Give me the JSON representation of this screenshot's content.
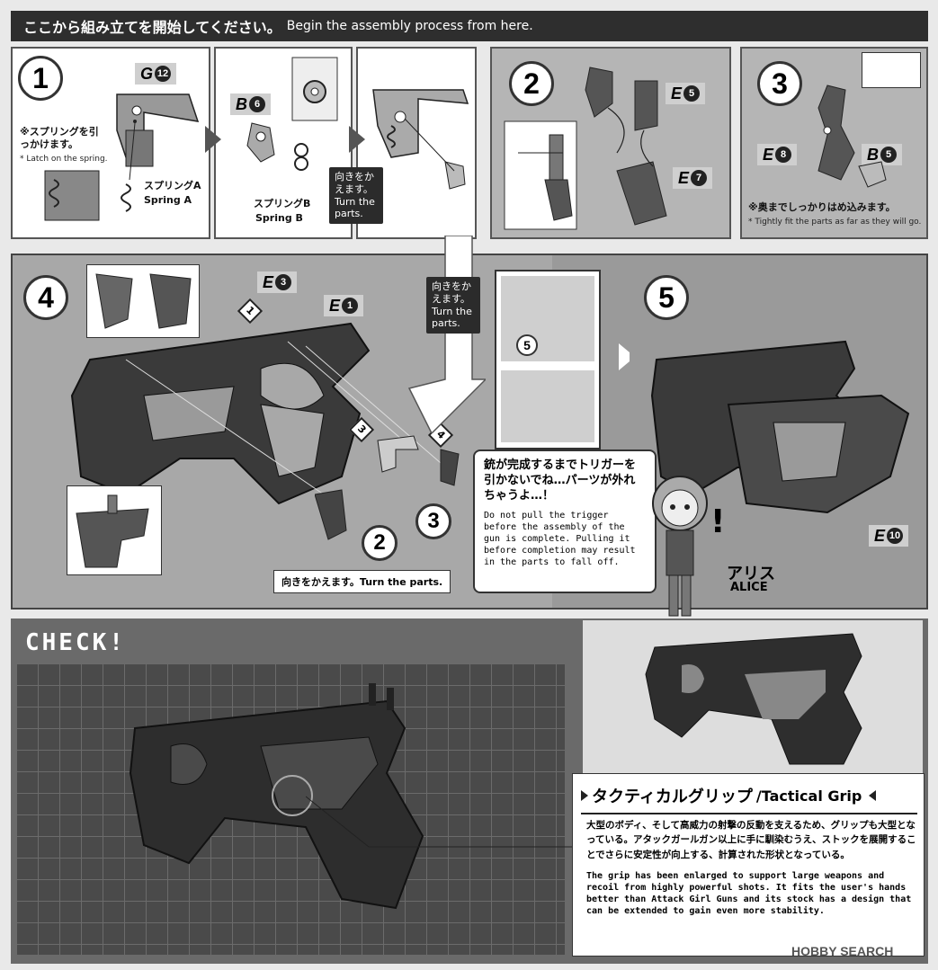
{
  "header": {
    "title_jp": "ここから組み立てを開始してください。",
    "title_en": "Begin the assembly process from here."
  },
  "step1": {
    "number": "1",
    "part_g": "G",
    "part_g_num": "12",
    "part_b": "B",
    "part_b_num": "6",
    "note_jp": "※スプリングを引っかけます。",
    "note_en": "* Latch on the spring.",
    "spring_a_jp": "スプリングA",
    "spring_a_en": "Spring A",
    "spring_b_jp": "スプリングB",
    "spring_b_en": "Spring B",
    "turn_jp": "向きをかえます。",
    "turn_en": "Turn the parts."
  },
  "step2": {
    "number": "2",
    "part_e5": "E",
    "part_e5_num": "5",
    "part_e7": "E",
    "part_e7_num": "7"
  },
  "step3": {
    "number": "3",
    "part_e8": "E",
    "part_e8_num": "8",
    "part_b5": "B",
    "part_b5_num": "5",
    "note_jp": "※奥までしっかりはめ込みます。",
    "note_en": "* Tightly fit the parts as far as they will go."
  },
  "step4": {
    "number": "4",
    "part_e3": "E",
    "part_e3_num": "3",
    "part_e1": "E",
    "part_e1_num": "1",
    "turn_jp": "向きをかえます。",
    "turn_en": "Turn the parts.",
    "turn_bottom": "向きをかえます。Turn the parts.",
    "sub_2": "2",
    "sub_3": "3",
    "arrow_1": "1",
    "arrow_3": "3",
    "arrow_4": "4",
    "detail_5": "5"
  },
  "step5": {
    "number": "5",
    "part_e10": "E",
    "part_e10_num": "10"
  },
  "speech": {
    "jp": "銃が完成するまでトリガーを引かないでね…パーツが外れちゃうよ…！",
    "en": "Do not pull the trigger before the assembly of the gun is complete. Pulling it before completion may result in the parts to fall off."
  },
  "character": {
    "name_jp": "アリス",
    "name_en": "ALICE",
    "exclaim": "!"
  },
  "check": {
    "title": "CHECK!"
  },
  "info": {
    "title_jp": "タクティカルグリップ",
    "title_en": "/Tactical Grip",
    "body_jp": "大型のボディ、そして高威力の射撃の反動を支えるため、グリップも大型となっている。アタックガールガン以上に手に馴染むうえ、ストックを展開することでさらに安定性が向上する、計算された形状となっている。",
    "body_en": "The grip has been enlarged to support large weapons and recoil from highly powerful shots. It fits the user's hands better than Attack Girl Guns and its stock has a design that can be extended to gain even more stability."
  },
  "watermark": "HOBBY SEARCH",
  "colors": {
    "dark": "#2e2e2e",
    "panel_gray": "#b5b5b5",
    "grid_bg": "#4a4a4a"
  }
}
